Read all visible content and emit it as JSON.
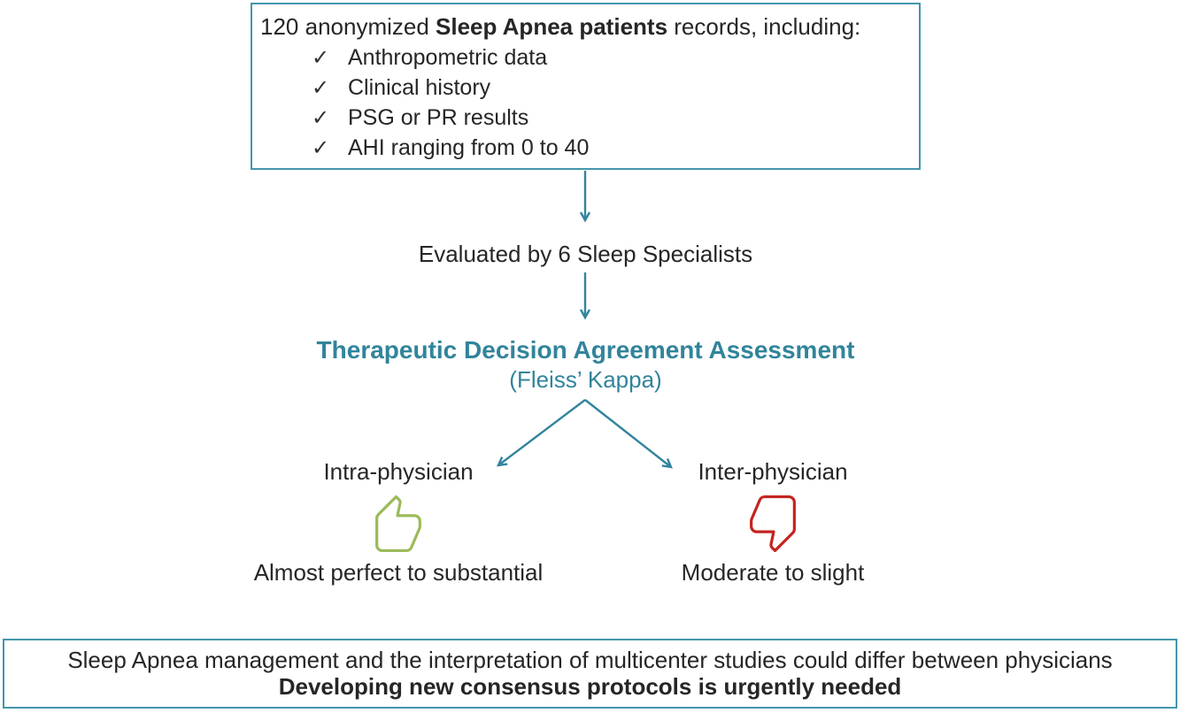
{
  "figure": {
    "type": "study-flow-diagram",
    "colors": {
      "teal_text": "#31849B",
      "box_border": "#4596AC",
      "arrow": "#31849C",
      "thumb_up_green": "#9BBB59",
      "thumb_down_red": "#C42420",
      "body_text": "#262626"
    },
    "top_box": {
      "title_prefix": "120 anonymized ",
      "title_bold": "Sleep Apnea patients",
      "title_suffix": " records, including:",
      "check_glyph": "✓",
      "items": [
        "Anthropometric data",
        "Clinical history",
        "PSG or PR results",
        "AHI ranging from 0 to 40"
      ]
    },
    "evaluated_text": "Evaluated by 6 Sleep Specialists",
    "assessment": {
      "title": "Therapeutic Decision Agreement Assessment",
      "subtitle": "(Fleiss’ Kappa)"
    },
    "branches": {
      "left": {
        "label": "Intra-physician",
        "icon": "thumbs-up-icon",
        "result": "Almost perfect to substantial"
      },
      "right": {
        "label": "Inter-physician",
        "icon": "thumbs-down-icon",
        "result": "Moderate to slight"
      }
    },
    "conclusion_box": {
      "line1": "Sleep Apnea management and the interpretation of multicenter studies could differ between physicians",
      "line2": "Developing new consensus protocols is urgently needed"
    }
  }
}
